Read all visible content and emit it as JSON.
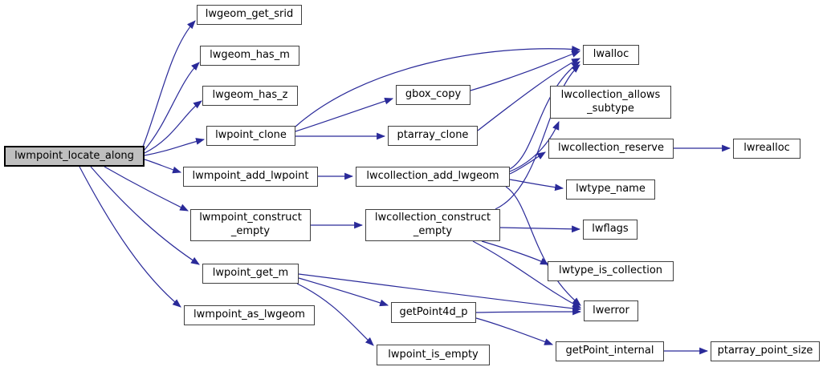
{
  "diagram": {
    "type": "call-graph",
    "main_node": "lwmpoint_locate_along",
    "colors": {
      "edge": "#2a2a99",
      "node_border": "#404040",
      "node_fill": "#ffffff",
      "main_node_fill": "#bfbfbf",
      "main_node_border": "#000000",
      "text": "#000000",
      "background": "#ffffff"
    },
    "nodes": [
      {
        "id": "lwmpoint_locate_along",
        "label": "lwmpoint_locate_along",
        "lines": [
          "lwmpoint_locate_along"
        ],
        "is_main": true
      },
      {
        "id": "lwgeom_get_srid",
        "label": "lwgeom_get_srid",
        "lines": [
          "lwgeom_get_srid"
        ]
      },
      {
        "id": "lwgeom_has_m",
        "label": "lwgeom_has_m",
        "lines": [
          "lwgeom_has_m"
        ]
      },
      {
        "id": "lwgeom_has_z",
        "label": "lwgeom_has_z",
        "lines": [
          "lwgeom_has_z"
        ]
      },
      {
        "id": "lwpoint_clone",
        "label": "lwpoint_clone",
        "lines": [
          "lwpoint_clone"
        ]
      },
      {
        "id": "lwmpoint_add_lwpoint",
        "label": "lwmpoint_add_lwpoint",
        "lines": [
          "lwmpoint_add_lwpoint"
        ]
      },
      {
        "id": "lwmpoint_construct_empty",
        "label": "lwmpoint_construct_empty",
        "lines": [
          "lwmpoint_construct",
          "_empty"
        ]
      },
      {
        "id": "lwpoint_get_m",
        "label": "lwpoint_get_m",
        "lines": [
          "lwpoint_get_m"
        ]
      },
      {
        "id": "lwmpoint_as_lwgeom",
        "label": "lwmpoint_as_lwgeom",
        "lines": [
          "lwmpoint_as_lwgeom"
        ]
      },
      {
        "id": "gbox_copy",
        "label": "gbox_copy",
        "lines": [
          "gbox_copy"
        ]
      },
      {
        "id": "ptarray_clone",
        "label": "ptarray_clone",
        "lines": [
          "ptarray_clone"
        ]
      },
      {
        "id": "lwcollection_add_lwgeom",
        "label": "lwcollection_add_lwgeom",
        "lines": [
          "lwcollection_add_lwgeom"
        ]
      },
      {
        "id": "lwcollection_construct_empty",
        "label": "lwcollection_construct_empty",
        "lines": [
          "lwcollection_construct",
          "_empty"
        ]
      },
      {
        "id": "getPoint4d_p",
        "label": "getPoint4d_p",
        "lines": [
          "getPoint4d_p"
        ]
      },
      {
        "id": "lwpoint_is_empty",
        "label": "lwpoint_is_empty",
        "lines": [
          "lwpoint_is_empty"
        ]
      },
      {
        "id": "lwalloc",
        "label": "lwalloc",
        "lines": [
          "lwalloc"
        ]
      },
      {
        "id": "lwcollection_allows_subtype",
        "label": "lwcollection_allows_subtype",
        "lines": [
          "lwcollection_allows",
          "_subtype"
        ]
      },
      {
        "id": "lwcollection_reserve",
        "label": "lwcollection_reserve",
        "lines": [
          "lwcollection_reserve"
        ]
      },
      {
        "id": "lwtype_name",
        "label": "lwtype_name",
        "lines": [
          "lwtype_name"
        ]
      },
      {
        "id": "lwflags",
        "label": "lwflags",
        "lines": [
          "lwflags"
        ]
      },
      {
        "id": "lwtype_is_collection",
        "label": "lwtype_is_collection",
        "lines": [
          "lwtype_is_collection"
        ]
      },
      {
        "id": "lwerror",
        "label": "lwerror",
        "lines": [
          "lwerror"
        ]
      },
      {
        "id": "getPoint_internal",
        "label": "getPoint_internal",
        "lines": [
          "getPoint_internal"
        ]
      },
      {
        "id": "lwrealloc",
        "label": "lwrealloc",
        "lines": [
          "lwrealloc"
        ]
      },
      {
        "id": "ptarray_point_size",
        "label": "ptarray_point_size",
        "lines": [
          "ptarray_point_size"
        ]
      }
    ],
    "edges": [
      {
        "from": "lwmpoint_locate_along",
        "to": "lwgeom_get_srid"
      },
      {
        "from": "lwmpoint_locate_along",
        "to": "lwgeom_has_m"
      },
      {
        "from": "lwmpoint_locate_along",
        "to": "lwgeom_has_z"
      },
      {
        "from": "lwmpoint_locate_along",
        "to": "lwpoint_clone"
      },
      {
        "from": "lwmpoint_locate_along",
        "to": "lwmpoint_add_lwpoint"
      },
      {
        "from": "lwmpoint_locate_along",
        "to": "lwmpoint_construct_empty"
      },
      {
        "from": "lwmpoint_locate_along",
        "to": "lwpoint_get_m"
      },
      {
        "from": "lwmpoint_locate_along",
        "to": "lwmpoint_as_lwgeom"
      },
      {
        "from": "lwpoint_clone",
        "to": "lwalloc"
      },
      {
        "from": "lwpoint_clone",
        "to": "gbox_copy"
      },
      {
        "from": "lwpoint_clone",
        "to": "ptarray_clone"
      },
      {
        "from": "gbox_copy",
        "to": "lwalloc"
      },
      {
        "from": "ptarray_clone",
        "to": "lwalloc"
      },
      {
        "from": "lwmpoint_add_lwpoint",
        "to": "lwcollection_add_lwgeom"
      },
      {
        "from": "lwcollection_add_lwgeom",
        "to": "lwalloc"
      },
      {
        "from": "lwcollection_add_lwgeom",
        "to": "lwcollection_allows_subtype"
      },
      {
        "from": "lwcollection_add_lwgeom",
        "to": "lwcollection_reserve"
      },
      {
        "from": "lwcollection_add_lwgeom",
        "to": "lwtype_name"
      },
      {
        "from": "lwcollection_add_lwgeom",
        "to": "lwerror"
      },
      {
        "from": "lwcollection_reserve",
        "to": "lwrealloc"
      },
      {
        "from": "lwmpoint_construct_empty",
        "to": "lwcollection_construct_empty"
      },
      {
        "from": "lwcollection_construct_empty",
        "to": "lwalloc"
      },
      {
        "from": "lwcollection_construct_empty",
        "to": "lwflags"
      },
      {
        "from": "lwcollection_construct_empty",
        "to": "lwtype_is_collection"
      },
      {
        "from": "lwcollection_construct_empty",
        "to": "lwerror"
      },
      {
        "from": "lwpoint_get_m",
        "to": "lwerror"
      },
      {
        "from": "lwpoint_get_m",
        "to": "getPoint4d_p"
      },
      {
        "from": "lwpoint_get_m",
        "to": "lwpoint_is_empty"
      },
      {
        "from": "getPoint4d_p",
        "to": "lwerror"
      },
      {
        "from": "getPoint4d_p",
        "to": "getPoint_internal"
      },
      {
        "from": "getPoint_internal",
        "to": "ptarray_point_size"
      }
    ]
  }
}
